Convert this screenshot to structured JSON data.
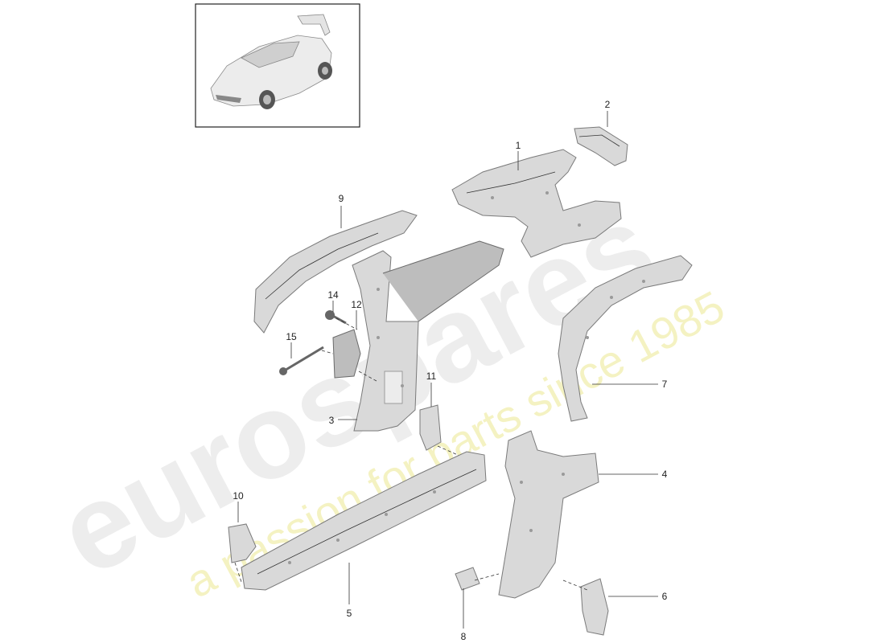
{
  "watermark": {
    "brand": "eurospares",
    "tagline": "a passion for parts since 1985"
  },
  "thumbnail": {
    "icon": "car-thumbnail-icon"
  },
  "callouts": [
    {
      "id": "1",
      "label": "1"
    },
    {
      "id": "2",
      "label": "2"
    },
    {
      "id": "3",
      "label": "3"
    },
    {
      "id": "4",
      "label": "4"
    },
    {
      "id": "5",
      "label": "5"
    },
    {
      "id": "6",
      "label": "6"
    },
    {
      "id": "7",
      "label": "7"
    },
    {
      "id": "8",
      "label": "8"
    },
    {
      "id": "9",
      "label": "9"
    },
    {
      "id": "10",
      "label": "10"
    },
    {
      "id": "11",
      "label": "11"
    },
    {
      "id": "12",
      "label": "12"
    },
    {
      "id": "14",
      "label": "14"
    },
    {
      "id": "15",
      "label": "15"
    }
  ],
  "colors": {
    "part": "#d9d9d9",
    "outline": "#7a7a7a",
    "watermark": "#e8e8e8",
    "tagline": "#f3f0b8"
  }
}
